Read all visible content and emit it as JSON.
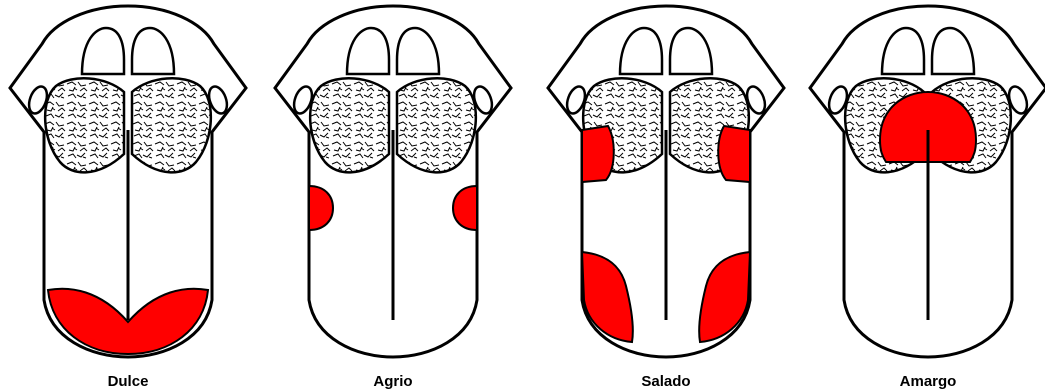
{
  "colors": {
    "background": "#ffffff",
    "outline": "#000000",
    "taste_region": "#ff0000"
  },
  "diagrams": [
    {
      "label": "Dulce",
      "regions": [
        "tip"
      ]
    },
    {
      "label": "Agrio",
      "regions": [
        "left-side-middle",
        "right-side-middle"
      ]
    },
    {
      "label": "Salado",
      "regions": [
        "left-side-upper",
        "right-side-upper",
        "left-front",
        "right-front"
      ]
    },
    {
      "label": "Amargo",
      "regions": [
        "back"
      ]
    }
  ]
}
